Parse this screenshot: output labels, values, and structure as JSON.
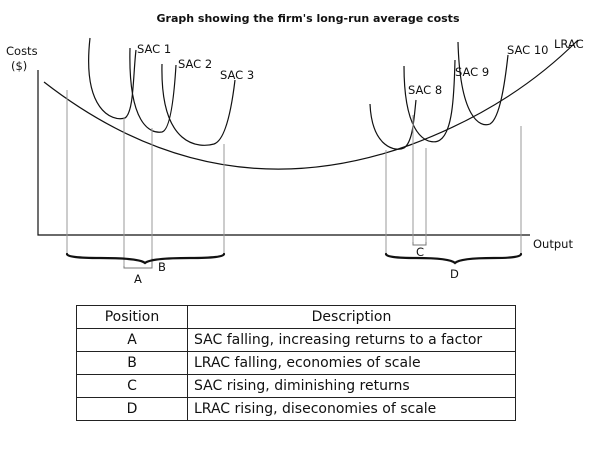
{
  "title": "Graph showing the firm's long-run average costs",
  "axes": {
    "y_label_line1": "Costs",
    "y_label_line2": "($)",
    "x_label": "Output"
  },
  "curve_labels": {
    "lrac": "LRAC",
    "sac1": "SAC 1",
    "sac2": "SAC 2",
    "sac3": "SAC 3",
    "sac8": "SAC 8",
    "sac9": "SAC 9",
    "sac10": "SAC 10"
  },
  "region_labels": {
    "a": "A",
    "b": "B",
    "c": "C",
    "d": "D"
  },
  "table": {
    "headers": [
      "Position",
      "Description"
    ],
    "rows": [
      {
        "position": "A",
        "description": "SAC falling, increasing returns to a factor"
      },
      {
        "position": "B",
        "description": "LRAC falling, economies of scale"
      },
      {
        "position": "C",
        "description": "SAC rising, diminishing returns"
      },
      {
        "position": "D",
        "description": "LRAC rising, diseconomies of scale"
      }
    ]
  }
}
